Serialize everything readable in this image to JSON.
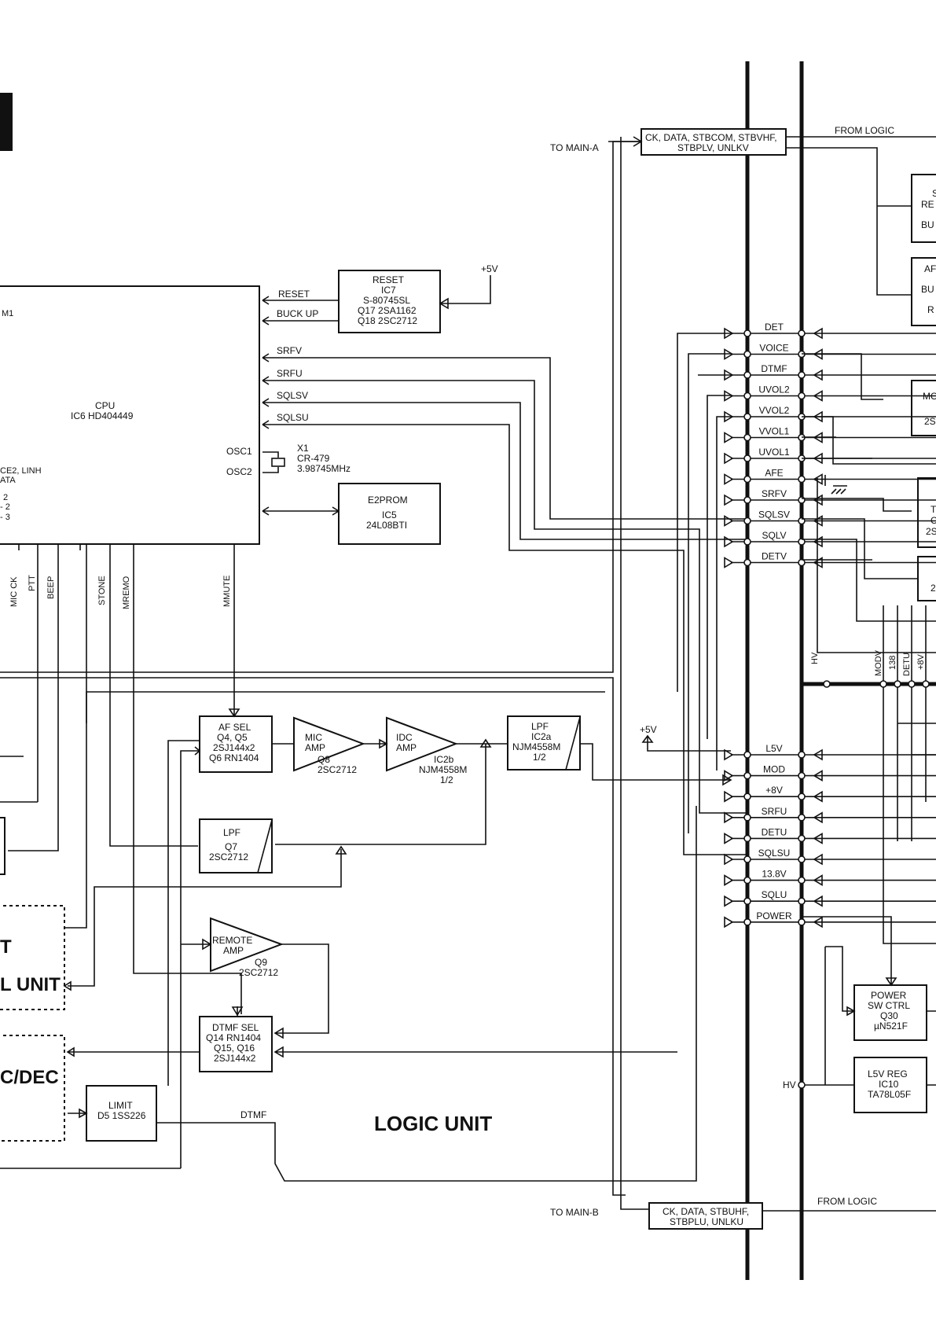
{
  "unit_title": "LOGIC UNIT",
  "left_block_1": [
    "T",
    "L UNIT"
  ],
  "left_block_2": "C/DEC",
  "cpu": {
    "name": "CPU",
    "part": "IC6  HD404449"
  },
  "cpu_left_labels": [
    "M1",
    "CE2, LINH",
    "ATA",
    "2",
    "- 2",
    "- 3"
  ],
  "cpu_pins_right": [
    "RESET",
    "BUCK UP",
    "SRFV",
    "SRFU",
    "SQLSV",
    "SQLSU",
    "OSC1",
    "OSC2"
  ],
  "cpu_pins_bottom": [
    "MIC CK",
    "PTT",
    "BEEP",
    "STONE",
    "MREMO",
    "MMUTE"
  ],
  "reset_ic": [
    "RESET",
    "IC7",
    "S-80745SL",
    "Q17 2SA1162",
    "Q18 2SC2712"
  ],
  "plus5v_a": "+5V",
  "plus5v_b": "+5V",
  "crystal": [
    "X1",
    "CR-479",
    "3.98745MHz"
  ],
  "e2prom": [
    "E2PROM",
    "IC5",
    "24L08BTI"
  ],
  "af_sel": [
    "AF SEL",
    "Q4, Q5",
    "2SJ144x2",
    "Q6 RN1404"
  ],
  "mic_amp": {
    "label": [
      "MIC",
      "AMP"
    ],
    "part": "Q8\n2SC2712"
  },
  "idc_amp": {
    "label": [
      "IDC",
      "AMP"
    ],
    "part": [
      "IC2b",
      "NJM4558M",
      "1/2"
    ]
  },
  "lpf1": [
    "LPF",
    "IC2a",
    "NJM4558M",
    "1/2"
  ],
  "lpf2": [
    "LPF",
    "Q7",
    "2SC2712"
  ],
  "remote_amp": {
    "label": [
      "REMOTE",
      "AMP"
    ],
    "part": [
      "Q9",
      "2SC2712"
    ]
  },
  "dtmf_sel": [
    "DTMF SEL",
    "Q14 RN1404",
    "Q15, Q16",
    "2SJ144x2"
  ],
  "limit": [
    "LIMIT",
    "D5 1SS226"
  ],
  "dtmf_wire": "DTMF",
  "to_main_a": "TO MAIN-A",
  "to_main_b": "TO MAIN-B",
  "bus_a": [
    "CK, DATA, STBCOM, STBVHF,",
    "STBPLV, UNLKV"
  ],
  "bus_b": [
    "CK, DATA, STBUHF,",
    "STBPLU, UNLKU"
  ],
  "from_logic": "FROM LOGIC",
  "connector_top": [
    "DET",
    "VOICE",
    "DTMF",
    "UVOL2",
    "VVOL2",
    "VVOL1",
    "UVOL1",
    "AFE",
    "SRFV",
    "SQLSV",
    "SQLV",
    "DETV"
  ],
  "connector_bottom": [
    "L5V",
    "MOD",
    "+8V",
    "SRFU",
    "DETU",
    "SQLSU",
    "13.8V",
    "SQLU",
    "POWER"
  ],
  "hv_label": "HV",
  "vert_labels": [
    "MODV",
    "138",
    "DETU",
    "+8V"
  ],
  "power_sw": [
    "POWER",
    "SW CTRL",
    "Q30",
    "µN521F"
  ],
  "l5v_reg": [
    "L5V REG",
    "IC10",
    "TA78L05F"
  ],
  "right_partial_a": [
    "S",
    "RE",
    "BU"
  ],
  "right_partial_b": [
    "AF",
    "BU",
    "R"
  ],
  "right_partial_c": [
    "MO",
    "2S"
  ],
  "right_partial_d": [
    "T",
    "C",
    "2S"
  ],
  "right_partial_e": [
    "2"
  ]
}
